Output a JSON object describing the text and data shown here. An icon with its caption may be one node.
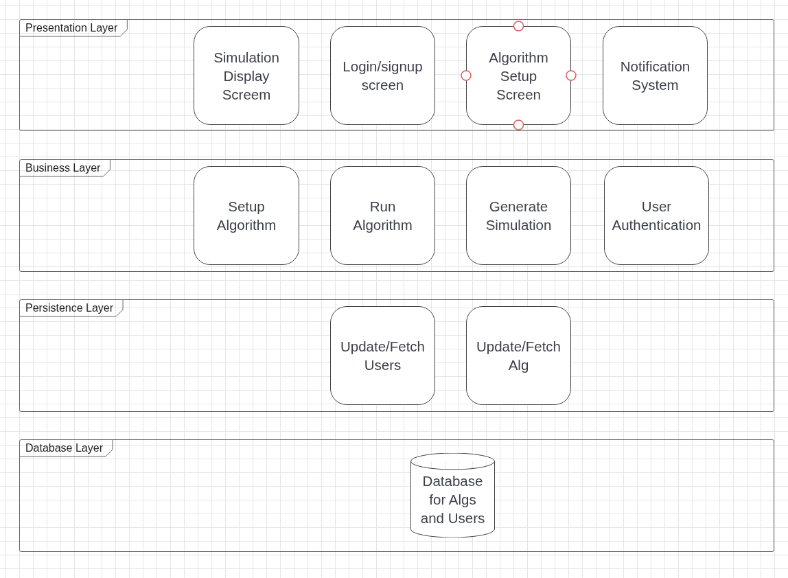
{
  "diagram": {
    "nodes": [
      {
        "text": [
          "Presentation Layer"
        ]
      },
      {
        "text": [
          "Simulation Display Screem"
        ],
        "in": 0
      },
      {
        "text": [
          "Login/signup screen"
        ],
        "in": 0
      },
      {
        "text": [
          "Algorithm Setup Screen"
        ],
        "in": 0
      },
      {
        "text": [
          "Notification System"
        ],
        "in": 0
      },
      {
        "text": [
          "Business Layer"
        ]
      },
      {
        "text": [
          "Setup Algorithm"
        ],
        "in": 5
      },
      {
        "text": [
          "Run Algorithm"
        ],
        "in": 5
      },
      {
        "text": [
          "Generate Simulation"
        ],
        "in": 5
      },
      {
        "text": [
          "User Authentication"
        ],
        "in": 5
      },
      {
        "text": [
          "Persistence Layer"
        ]
      },
      {
        "text": [
          "Update/Fetch Users"
        ],
        "in": 10
      },
      {
        "text": [
          "Update/Fetch Alg"
        ],
        "in": 10
      },
      {
        "text": [
          "Database Layer"
        ]
      },
      {
        "text": [
          "Database for Algs and Users"
        ],
        "in": 13
      }
    ]
  }
}
